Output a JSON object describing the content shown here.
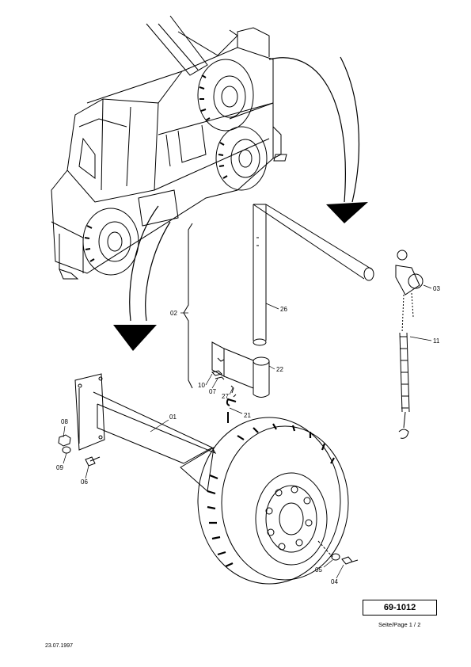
{
  "part_labels": {
    "p01": "01",
    "p02": "02",
    "p03": "03",
    "p04": "04",
    "p05": "05",
    "p06": "06",
    "p07": "07",
    "p08": "08",
    "p09": "09",
    "p10": "10",
    "p11": "11",
    "p21": "21",
    "p22": "22",
    "p26": "26",
    "p27": "27"
  },
  "title_block": {
    "drawing_number": "69-1012",
    "page": "Seite/Page 1 / 2",
    "date": "23.07.1997"
  }
}
